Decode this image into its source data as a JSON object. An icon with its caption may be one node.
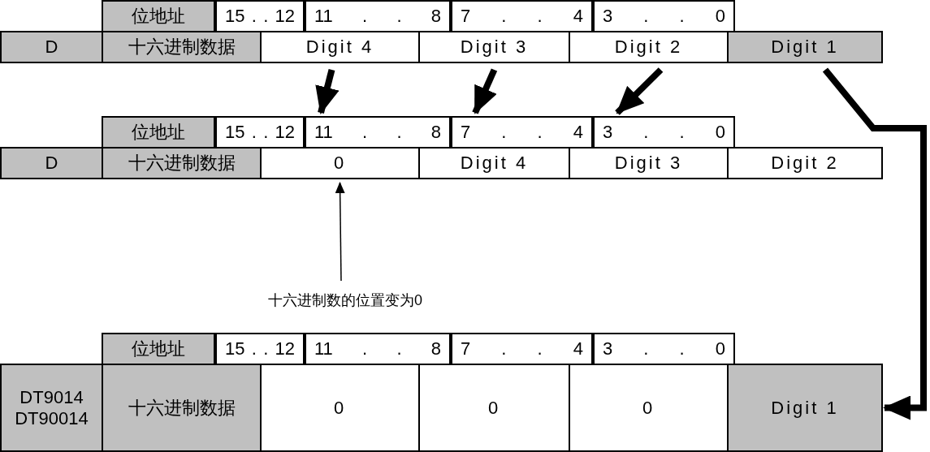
{
  "diagram": {
    "nodes": [
      {
        "text": [
          "位地址"
        ]
      },
      {
        "text": [
          "15 . . 12"
        ]
      },
      {
        "text": [
          "11 . . 8"
        ]
      },
      {
        "text": [
          "7 . . 4"
        ]
      },
      {
        "text": [
          "3 . . 0"
        ]
      },
      {
        "text": [
          "D"
        ]
      },
      {
        "text": [
          "十六进制数据"
        ]
      },
      {
        "text": [
          "Digit 4"
        ]
      },
      {
        "text": [
          "Digit 3"
        ]
      },
      {
        "text": [
          "Digit 2"
        ]
      },
      {
        "text": [
          "Digit 1"
        ]
      },
      {
        "text": [
          "位地址"
        ]
      },
      {
        "text": [
          "15 . . 12"
        ]
      },
      {
        "text": [
          "11 . . 8"
        ]
      },
      {
        "text": [
          "7 . . 4"
        ]
      },
      {
        "text": [
          "3 . . 0"
        ]
      },
      {
        "text": [
          "D"
        ]
      },
      {
        "text": [
          "十六进制数据"
        ]
      },
      {
        "text": [
          "0"
        ]
      },
      {
        "text": [
          "Digit 4"
        ]
      },
      {
        "text": [
          "Digit 3"
        ]
      },
      {
        "text": [
          "Digit 2"
        ]
      },
      {
        "text": [
          "十六进制数的位置变为0"
        ]
      },
      {
        "text": [
          "位地址"
        ]
      },
      {
        "text": [
          "15 . . 12"
        ]
      },
      {
        "text": [
          "11 . . 8"
        ]
      },
      {
        "text": [
          "7 . . 4"
        ]
      },
      {
        "text": [
          "3 . . 0"
        ]
      },
      {
        "text": [
          "DT9014",
          "DT90014"
        ]
      },
      {
        "text": [
          "十六进制数据"
        ]
      },
      {
        "text": [
          "0"
        ]
      },
      {
        "text": [
          "0"
        ]
      },
      {
        "text": [
          "0"
        ]
      },
      {
        "text": [
          "Digit 1"
        ]
      }
    ],
    "edges": [
      {
        "from": 7,
        "to": 13,
        "arrow": "to"
      },
      {
        "from": 8,
        "to": 14,
        "arrow": "to"
      },
      {
        "from": 9,
        "to": 15,
        "arrow": "to"
      },
      {
        "from": 10,
        "to": 33,
        "arrow": "to"
      },
      {
        "from": 22,
        "to": 18,
        "arrow": "to"
      }
    ]
  }
}
